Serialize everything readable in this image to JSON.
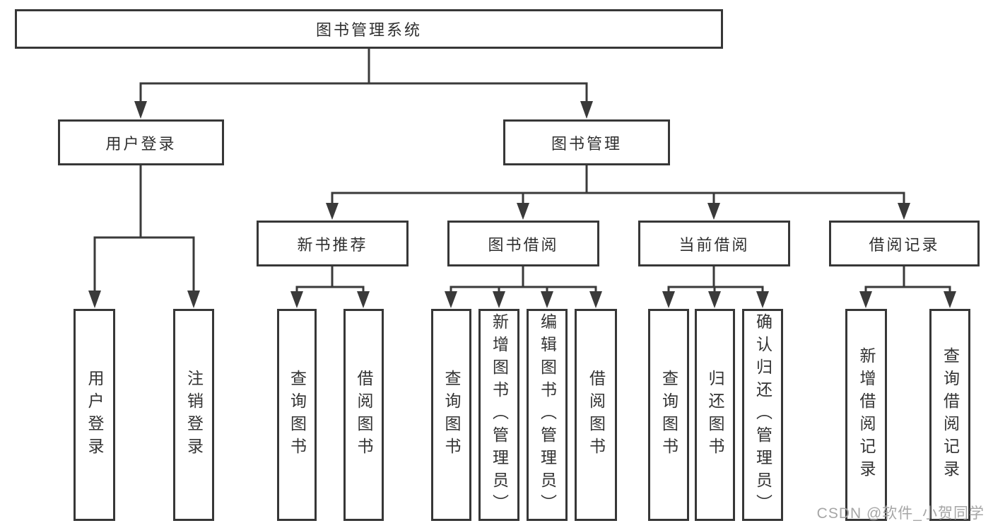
{
  "diagram": {
    "root": {
      "label": "图书管理系统"
    },
    "level2": [
      {
        "label": "用户登录"
      },
      {
        "label": "图书管理"
      }
    ],
    "level3": [
      {
        "label": "新书推荐"
      },
      {
        "label": "图书借阅"
      },
      {
        "label": "当前借阅"
      },
      {
        "label": "借阅记录"
      }
    ],
    "leaves": [
      {
        "label": "用户登录"
      },
      {
        "label": "注销登录"
      },
      {
        "label": "查询图书"
      },
      {
        "label": "借阅图书"
      },
      {
        "label": "查询图书"
      },
      {
        "label": "新增图书（管理员）"
      },
      {
        "label": "编辑图书（管理员）"
      },
      {
        "label": "借阅图书"
      },
      {
        "label": "查询图书"
      },
      {
        "label": "归还图书"
      },
      {
        "label": "确认归还（管理员）"
      },
      {
        "label": "新增借阅记录"
      },
      {
        "label": "查询借阅记录"
      }
    ]
  },
  "watermark": {
    "text": "CSDN @软件_小贺同学"
  },
  "colors": {
    "line": "#3a3a3a",
    "box_border": "#373737",
    "text": "#2f2f2f",
    "watermark": "#a6a6a6",
    "background": "#ffffff"
  }
}
